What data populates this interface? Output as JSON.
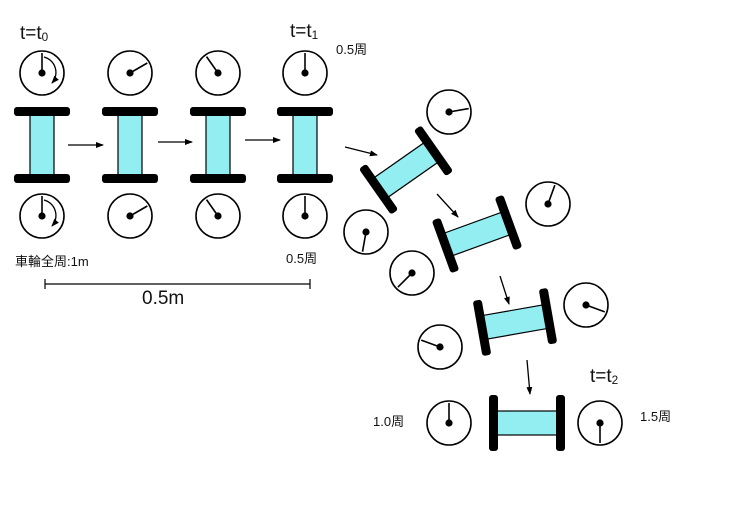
{
  "labels": {
    "t0": "t=t",
    "t0_sub": "0",
    "t1": "t=t",
    "t1_sub": "1",
    "t2": "t=t",
    "t2_sub": "2",
    "rot_half_top": "0.5周",
    "rot_half_bottom": "0.5周",
    "circumference": "車輪全周:1m",
    "distance": "0.5m",
    "rot_one": "1.0周",
    "rot_one_half": "1.5周"
  },
  "colors": {
    "axle": "#93EEF2",
    "wheel_bar": "#000000",
    "line": "#000000"
  },
  "icons": {
    "rotation_arrow": "clockwise-arc-arrow",
    "step_arrow": "right-arrow"
  }
}
